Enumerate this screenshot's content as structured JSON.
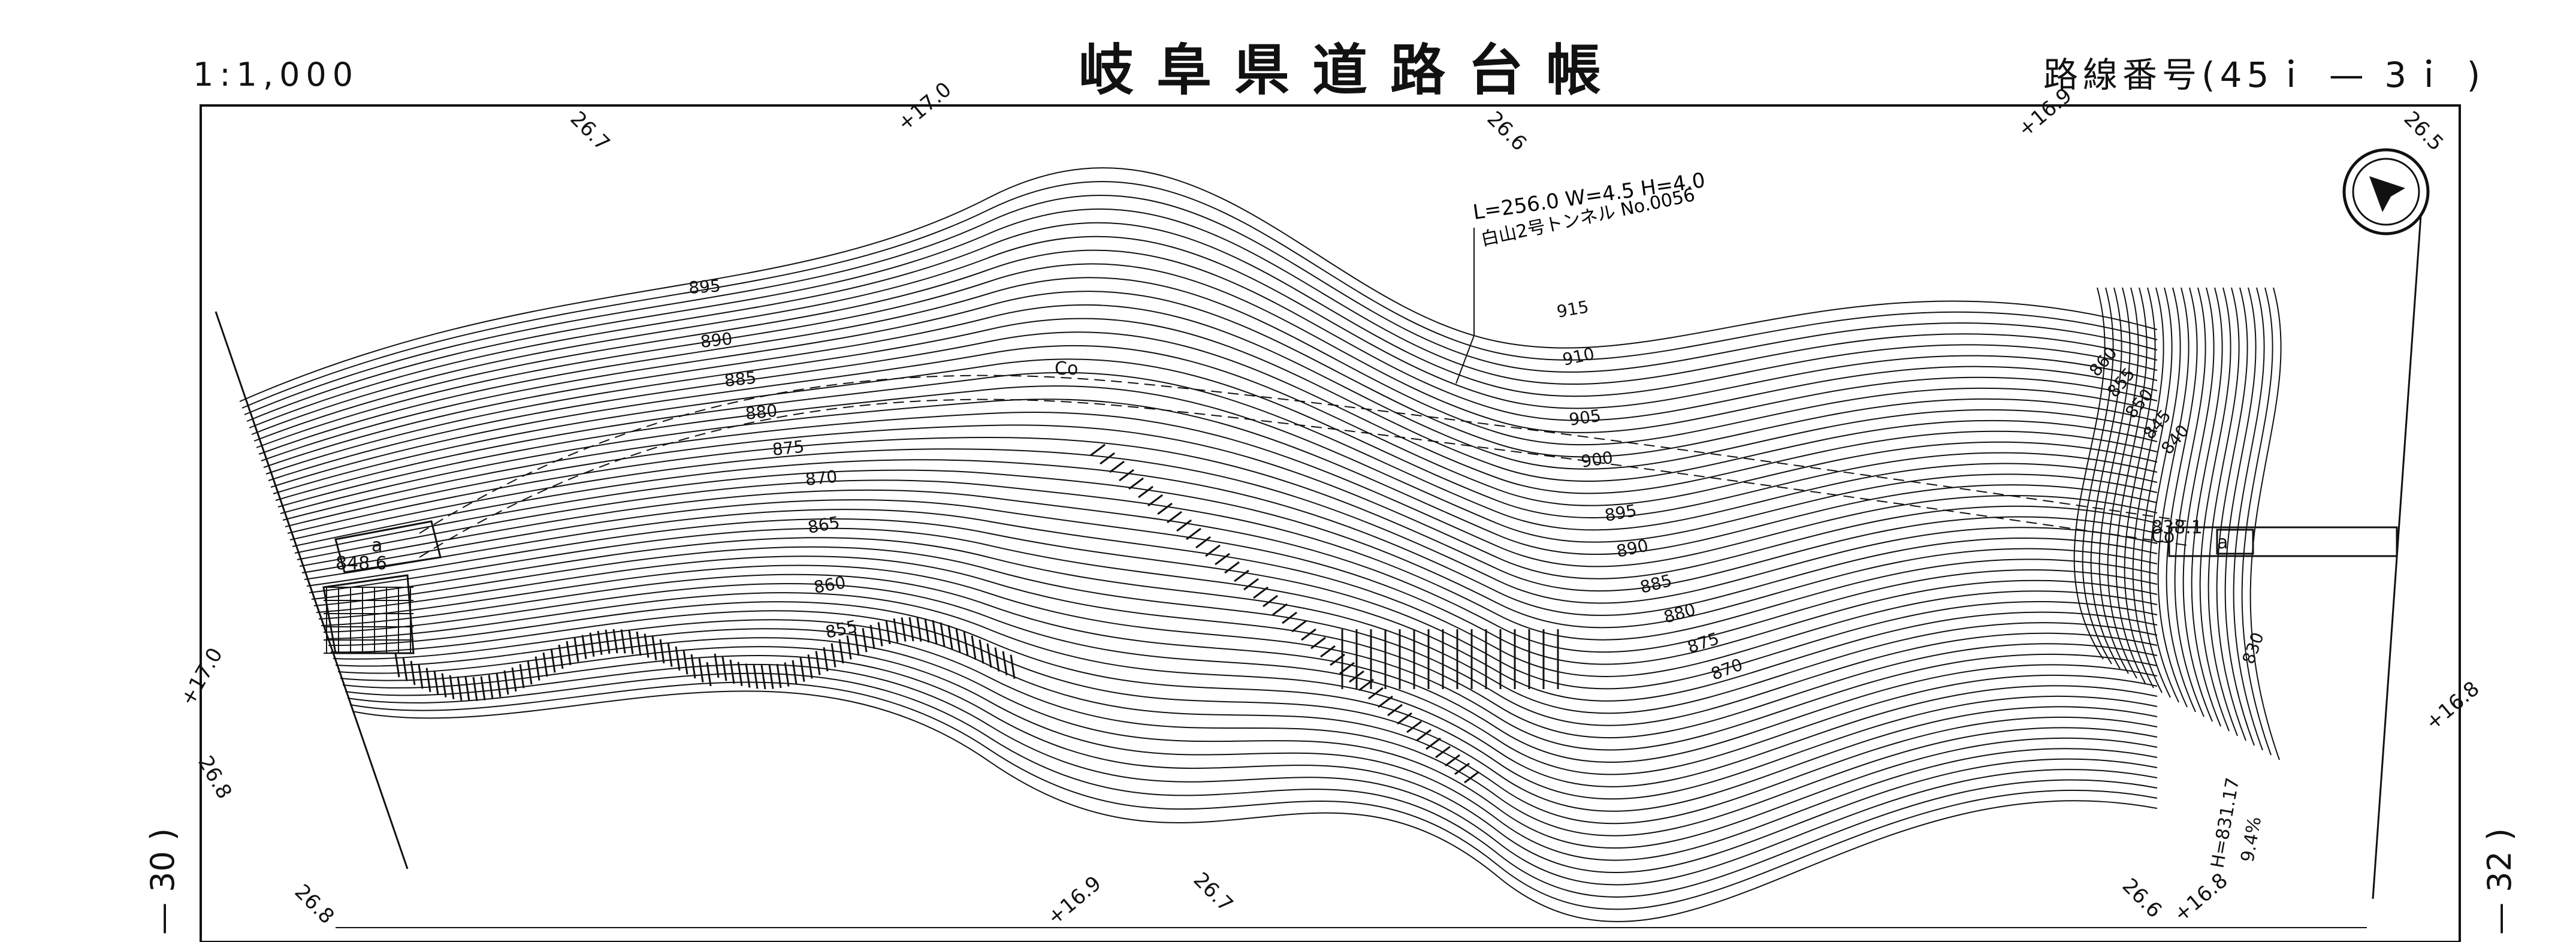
{
  "header": {
    "scale": "1:1,000",
    "title": "岐阜県道路台帳",
    "route_label": "路線番号(45ｉ — 3ｉ )"
  },
  "sheet_refs": {
    "left": "— 30 )",
    "right": "— 32 )"
  },
  "tunnel": {
    "dimensions": "L=256.0 W=4.5 H=4.0",
    "name": "白山2号トンネル No.0056"
  },
  "grid_labels": [
    "26.7",
    "+17.0",
    "26.6",
    "+16.9",
    "26.5",
    "+17.0",
    "26.8",
    "26.8",
    "+16.9",
    "26.7",
    "26.6",
    "+16.8",
    "+16.8"
  ],
  "contour_labels": [
    "895",
    "890",
    "885",
    "880",
    "875",
    "870",
    "865",
    "860",
    "855",
    "915",
    "910",
    "905",
    "900",
    "895",
    "890",
    "885",
    "880",
    "875",
    "870",
    "860",
    "855",
    "850",
    "845",
    "840",
    "830"
  ],
  "spot_labels": [
    "848.6",
    "838.1",
    "Co",
    "Co",
    "a",
    "a",
    "H=831.17",
    "9.4%"
  ],
  "colors": {
    "ink": "#111111",
    "paper": "#ffffff"
  },
  "icons": {
    "north_arrow": "north-arrow-icon"
  }
}
